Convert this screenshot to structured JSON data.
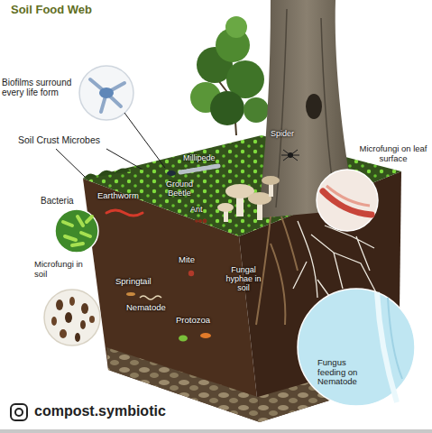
{
  "diagram": {
    "title": "Soil Food Web",
    "labels": [
      "Biofilms surround every life form",
      "Soil Crust Microbes",
      "Millipede",
      "Spider",
      "Microfungi on leaf surface",
      "Bacteria",
      "Earthworm",
      "Ground Beetle",
      "Ant",
      "Mite",
      "Fungal hyphae in soil",
      "Springtail",
      "Microfungi in soil",
      "Nematode",
      "Protozoa",
      "Fungus feeding on Nematode",
      "compost.symbiotic"
    ]
  }
}
